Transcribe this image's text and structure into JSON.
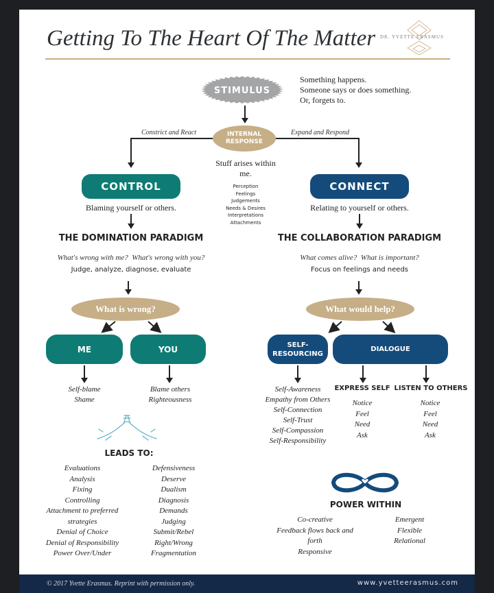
{
  "title": "Getting To The Heart Of The Matter",
  "brand": "DR. YVETTE ERASMUS",
  "stimulus": {
    "label": "STIMULUS",
    "lines": [
      "Something happens.",
      "Someone says or does something.",
      "Or, forgets to."
    ]
  },
  "internal_response": {
    "label": "INTERNAL RESPONSE",
    "stuff": "Stuff arises within me.",
    "items": [
      "Perception",
      "Feelings",
      "Judgements",
      "Needs & Desires",
      "Interpretations",
      "Attachments"
    ]
  },
  "left_branch": {
    "path_label": "Constrict and React",
    "box": "CONTROL",
    "desc": "Blaming yourself or others.",
    "paradigm": "THE DOMINATION PARADIGM",
    "questions": "What's wrong with me?  What's wrong with you?",
    "actions": "Judge, analyze, diagnose, evaluate",
    "oval": "What is wrong?",
    "me": "ME",
    "you": "YOU",
    "me_items": [
      "Self-blame",
      "Shame"
    ],
    "you_items": [
      "Blame others",
      "Righteousness"
    ],
    "leads_to": "LEADS TO:",
    "leads_col1": [
      "Evaluations",
      "Analysis",
      "Fixing",
      "Controlling",
      "Attachment to preferred strategies",
      "Denial of Choice",
      "Denial of Responsibility",
      "Power Over/Under"
    ],
    "leads_col2": [
      "Defensiveness",
      "Deserve",
      "Dualism",
      "Diagnosis",
      "Demands",
      "Judging",
      "Submit/Rebel",
      "Right/Wrong",
      "Fragmentation"
    ]
  },
  "right_branch": {
    "path_label": "Expand and Respond",
    "box": "CONNECT",
    "desc": "Relating to yourself or others.",
    "paradigm": "THE COLLABORATION PARADIGM",
    "questions": "What comes alive?  What is important?",
    "actions": "Focus on feelings and needs",
    "oval": "What would help?",
    "self_resourcing": "SELF-RESOURCING",
    "dialogue": "DIALOGUE",
    "self_items": [
      "Self-Awareness",
      "Empathy from Others",
      "Self-Connection",
      "Self-Trust",
      "Self-Compassion",
      "Self-Responsibility"
    ],
    "express_self": "EXPRESS SELF",
    "listen": "LISTEN TO OTHERS",
    "express_items": [
      "Notice",
      "Feel",
      "Need",
      "Ask"
    ],
    "listen_items": [
      "Notice",
      "Feel",
      "Need",
      "Ask"
    ],
    "power_within": "POWER WITHIN",
    "power_col1": [
      "Co-creative",
      "Feedback flows back and forth",
      "Responsive"
    ],
    "power_col2": [
      "Emergent",
      "Flexible",
      "Relational"
    ]
  },
  "footer": {
    "copyright": "© 2017 Yvette Erasmus. Reprint with permission only.",
    "url": "www.yvetteerasmus.com"
  },
  "colors": {
    "teal": "#0e7c74",
    "navy": "#144b7b",
    "tan": "#c6ae86",
    "stimulus_gray": "#a3a5a7",
    "footer": "#142848"
  }
}
